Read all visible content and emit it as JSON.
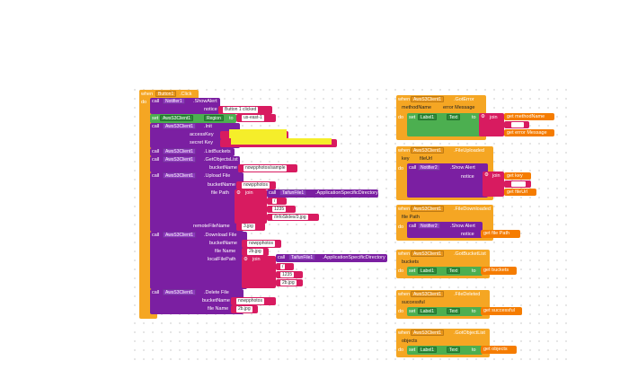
{
  "main_event": {
    "when": "when",
    "component": "Button1",
    "event": ".Click",
    "do": "do"
  },
  "show_alert": {
    "call": "call",
    "component": "Notifier1",
    "method": ".ShowAlert",
    "notice_label": "notice",
    "notice_value": "Button 1 clicked"
  },
  "set_region": {
    "set": "set",
    "component": "AwsS3Client1",
    "prop": "Region",
    "to": "to",
    "value": "us-east-1"
  },
  "init": {
    "call": "call",
    "component": "AwsS3Client1",
    "method": ".Init",
    "access_label": "accessKey",
    "secret_label": "secret Key",
    "access_value": "",
    "secret_value": ""
  },
  "list_buckets": {
    "call": "call",
    "component": "AwsS3Client1",
    "method": ".ListBuckets"
  },
  "get_objects": {
    "call": "call",
    "component": "AwsS3Client1",
    "method": ".GetObjectsList",
    "bucket_label": "bucketName",
    "bucket_value": "nowpphotos/sample"
  },
  "upload": {
    "call": "call",
    "component": "AwsS3Client1",
    "method": ".Upload File",
    "bucket_label": "bucketName",
    "bucket_value": "nowpphotos",
    "path_label": "file Path",
    "join": "join",
    "app_dir_comp": "TaifunFile1",
    "app_dir_method": ".ApplicationSpecificDirectory",
    "slash": "/",
    "num": "1235",
    "file": "/InfoSlides/3.jpg",
    "remote_label": "remoteFileName",
    "remote_value": "3.jpg"
  },
  "download": {
    "call": "call",
    "component": "AwsS3Client1",
    "method": ".Download File",
    "bucket_label": "bucketName",
    "bucket_value": "nowpphotos",
    "file_label": "file Name",
    "file_value": "2b.jpg",
    "local_label": "localFilePath",
    "join": "join",
    "app_dir_comp": "TaifunFile1",
    "app_dir_method": ".ApplicationSpecificDirectory",
    "slash": "/",
    "num": "1235",
    "file": "2b.jpg"
  },
  "delete": {
    "call": "call",
    "component": "AwsS3Client1",
    "method": ".Delete File",
    "bucket_label": "bucketName",
    "bucket_value": "nowpphotos",
    "file_label": "file Name",
    "file_value": "2b.jpg"
  },
  "ev_got_error": {
    "when": "when",
    "component": "AwsS3Client1",
    "event": ".GotError",
    "params": [
      "methodName",
      "error Message"
    ],
    "do": "do",
    "set": "set",
    "label": "Label1",
    "prop": "Text",
    "to": "to",
    "join": "join",
    "get1": "get methodName",
    "sep": " ",
    "get2": "get error Message"
  },
  "ev_file_uploaded": {
    "when": "when",
    "component": "AwsS3Client1",
    "event": ".FileUploaded",
    "params": [
      "key",
      "fileUrl"
    ],
    "do": "do",
    "call": "call",
    "notifier": "Notifier2",
    "method": ".Show Alert",
    "notice": "notice",
    "join": "join",
    "get1": "get key",
    "sep": " ",
    "get2": "get fileUrl"
  },
  "ev_file_downloaded": {
    "when": "when",
    "component": "AwsS3Client1",
    "event": ".FileDownloaded",
    "params": [
      "file Path"
    ],
    "do": "do",
    "call": "call",
    "notifier": "Notifier2",
    "method": ".Show Alert",
    "notice": "notice",
    "get1": "get file Path"
  },
  "ev_got_buckets": {
    "when": "when",
    "component": "AwsS3Client1",
    "event": ".GotBucketList",
    "params": [
      "buckets"
    ],
    "do": "do",
    "set": "set",
    "label": "Label1",
    "prop": "Text",
    "to": "to",
    "get1": "get buckets"
  },
  "ev_file_deleted": {
    "when": "when",
    "component": "AwsS3Client1",
    "event": ".FileDeleted",
    "params": [
      "successful"
    ],
    "do": "do",
    "set": "set",
    "label": "Label1",
    "prop": "Text",
    "to": "to",
    "get1": "get successful"
  },
  "ev_got_objects": {
    "when": "when",
    "component": "AwsS3Client1",
    "event": ".GotObjectList",
    "params": [
      "objects"
    ],
    "do": "do",
    "set": "set",
    "label": "Label1",
    "prop": "Text",
    "to": "to",
    "get1": "get objects"
  },
  "colors": {
    "event": "#f5a623",
    "method": "#7b1fa2",
    "component": "#4caf50",
    "text": "#d81b60",
    "variable": "#f57c00"
  }
}
